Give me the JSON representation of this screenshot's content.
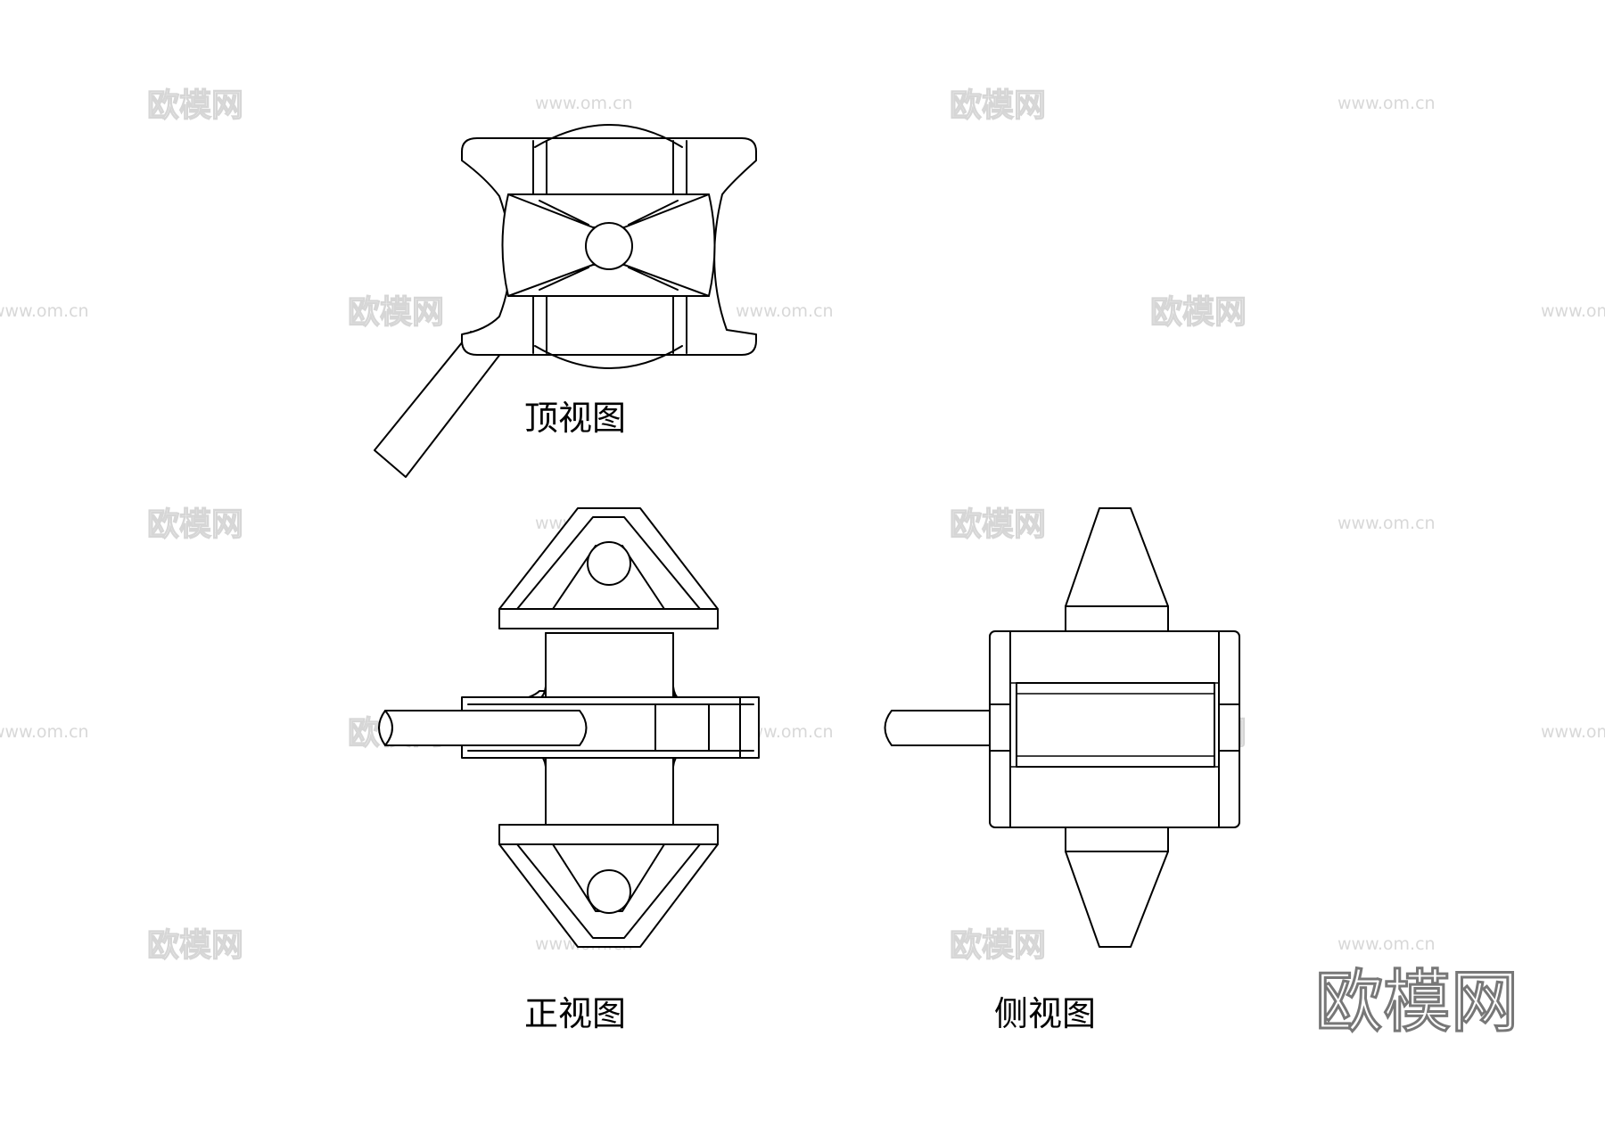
{
  "views": {
    "top": {
      "label": "顶视图"
    },
    "front": {
      "label": "正视图"
    },
    "side": {
      "label": "侧视图"
    }
  },
  "logo": {
    "text": "欧模网"
  },
  "watermark": {
    "brand": "欧模网",
    "url": "www.om.cn"
  }
}
